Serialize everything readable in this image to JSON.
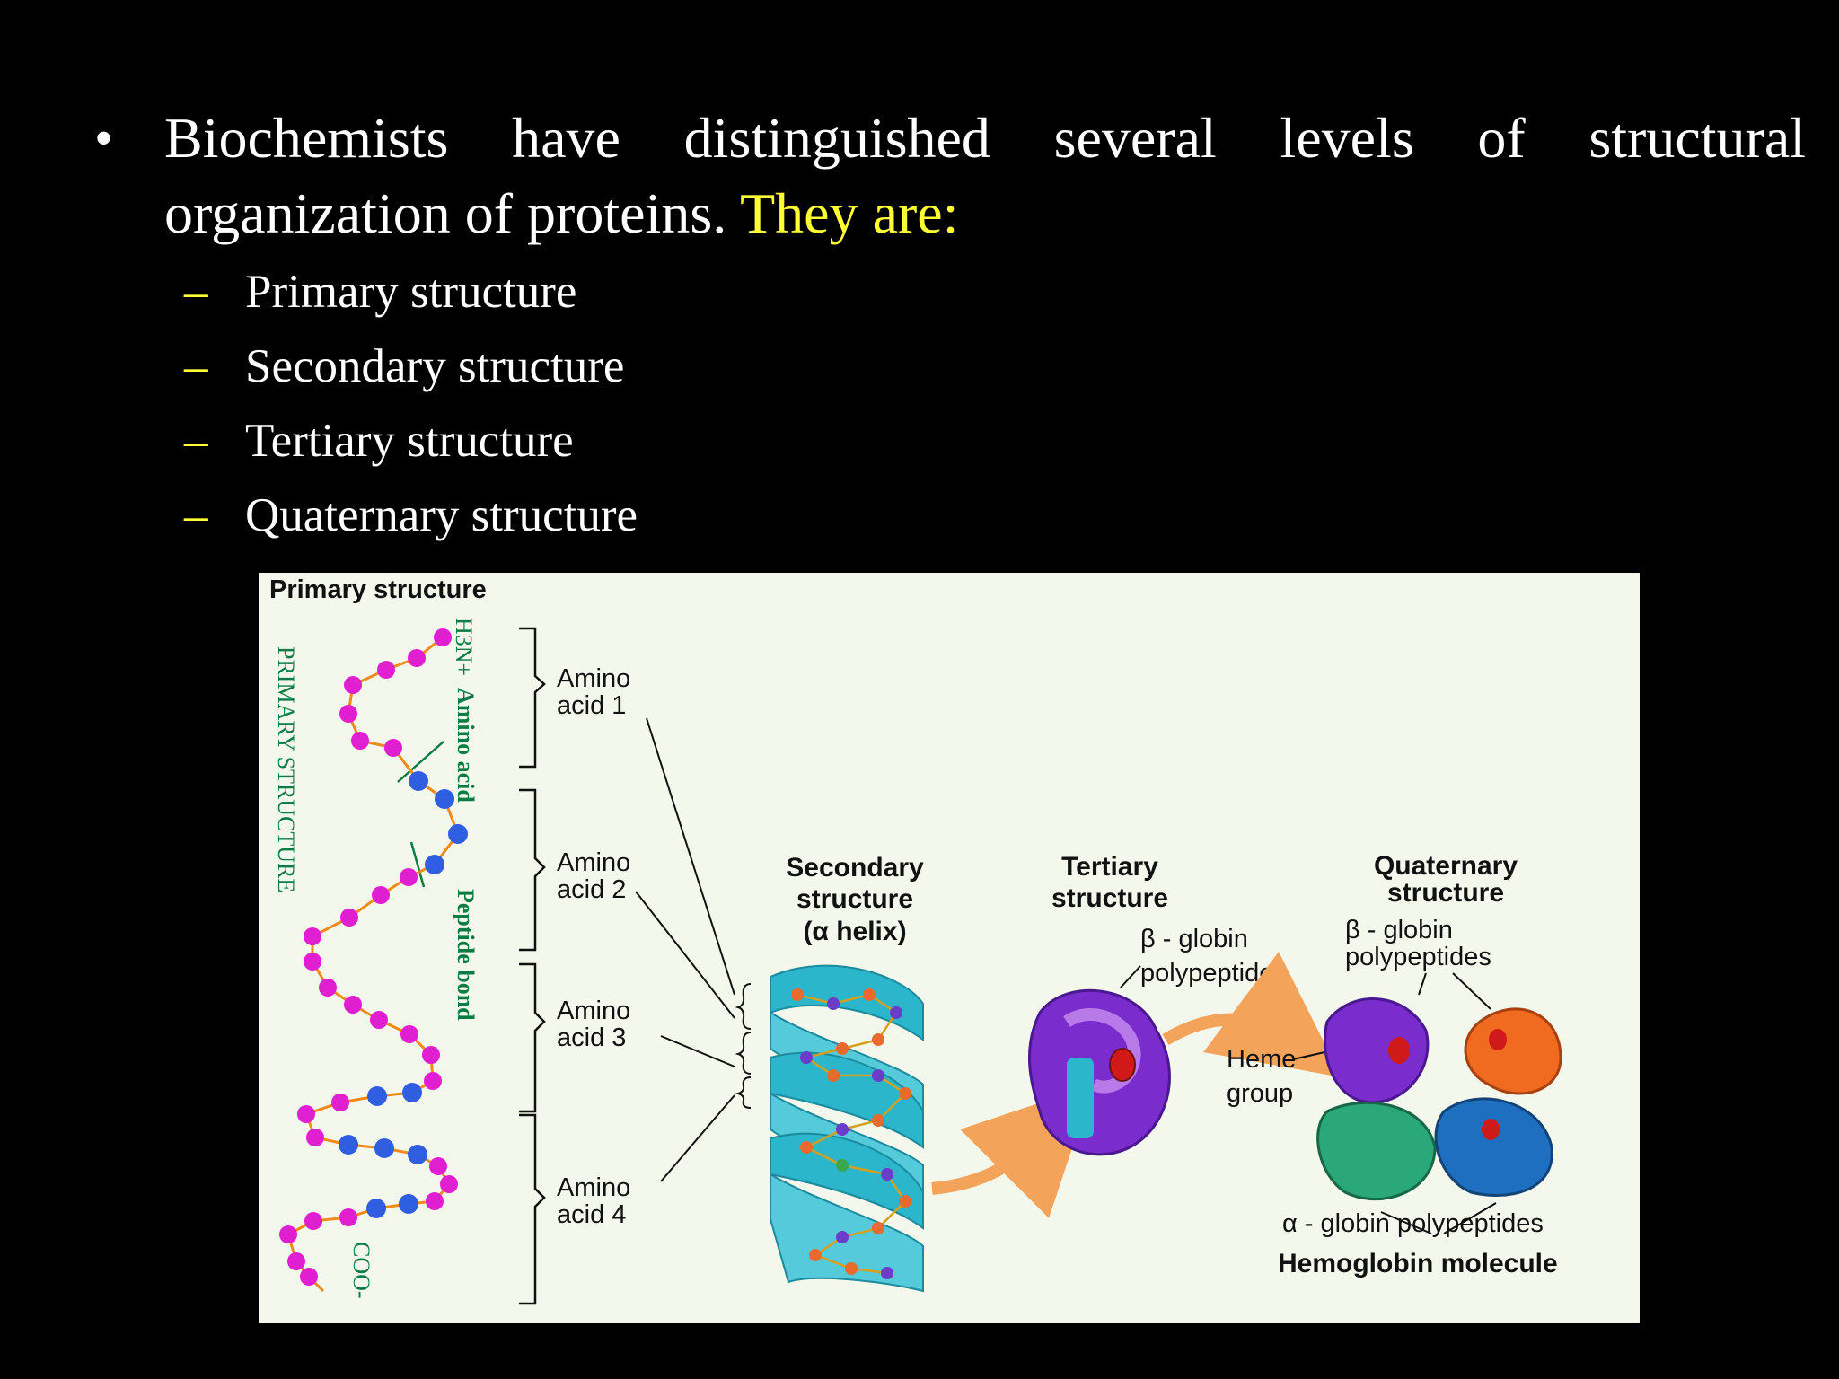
{
  "bullet": {
    "line1_words": [
      "Biochemists",
      "have",
      "distinguished",
      "several",
      "levels",
      "of",
      "structural"
    ],
    "line2_text": "organization of proteins.",
    "highlight": "They are:"
  },
  "sub_items": [
    {
      "label": "Primary structure"
    },
    {
      "label": "Secondary structure"
    },
    {
      "label": "Tertiary structure"
    },
    {
      "label": "Quaternary structure"
    }
  ],
  "figure": {
    "primary_title": "Primary structure",
    "vertical_primary": "PRIMARY STRUCTURE",
    "amino_acid_label": "Amino acid",
    "peptide_bond_label": "Peptide bond",
    "h3n_label": "H3N+",
    "coo_label": "COO-",
    "amino_acids": [
      {
        "line1": "Amino",
        "line2": "acid 1"
      },
      {
        "line1": "Amino",
        "line2": "acid 2"
      },
      {
        "line1": "Amino",
        "line2": "acid 3"
      },
      {
        "line1": "Amino",
        "line2": "acid 4"
      }
    ],
    "secondary": {
      "line1": "Secondary",
      "line2": "structure",
      "line3": "(α helix)"
    },
    "tertiary": {
      "line1": "Tertiary",
      "line2": "structure"
    },
    "beta_globin": {
      "line1": "β - globin",
      "line2": "polypeptide"
    },
    "heme": {
      "line1": "Heme",
      "line2": "group"
    },
    "quaternary": {
      "line1": "Quaternary",
      "line2": "structure"
    },
    "beta_globins": {
      "line1": "β - globin",
      "line2": "polypeptides"
    },
    "alpha_globins": "α - globin polypeptides",
    "hemoglobin": "Hemoglobin molecule",
    "colors": {
      "bead_pink": "#e020d0",
      "bead_blue": "#2f5fe0",
      "helix": "#2bb6cc",
      "tertiary": "#7a2ccc",
      "quaternary_orange": "#f06a20",
      "quaternary_green": "#2aa87a",
      "quaternary_blue": "#1f6fc0",
      "arrow": "#f4a45a",
      "label_green": "#0c7c44"
    }
  }
}
